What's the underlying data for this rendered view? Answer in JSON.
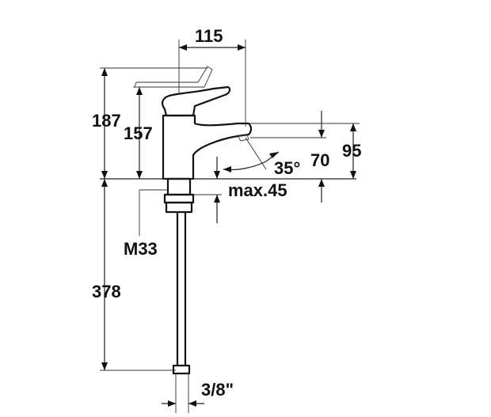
{
  "dimensions": {
    "d115": "115",
    "d187": "187",
    "d157": "157",
    "d35deg": "35°",
    "d70": "70",
    "d95": "95",
    "dmax45": "max.45",
    "dM33": "M33",
    "d378": "378",
    "d38": "3/8\""
  }
}
